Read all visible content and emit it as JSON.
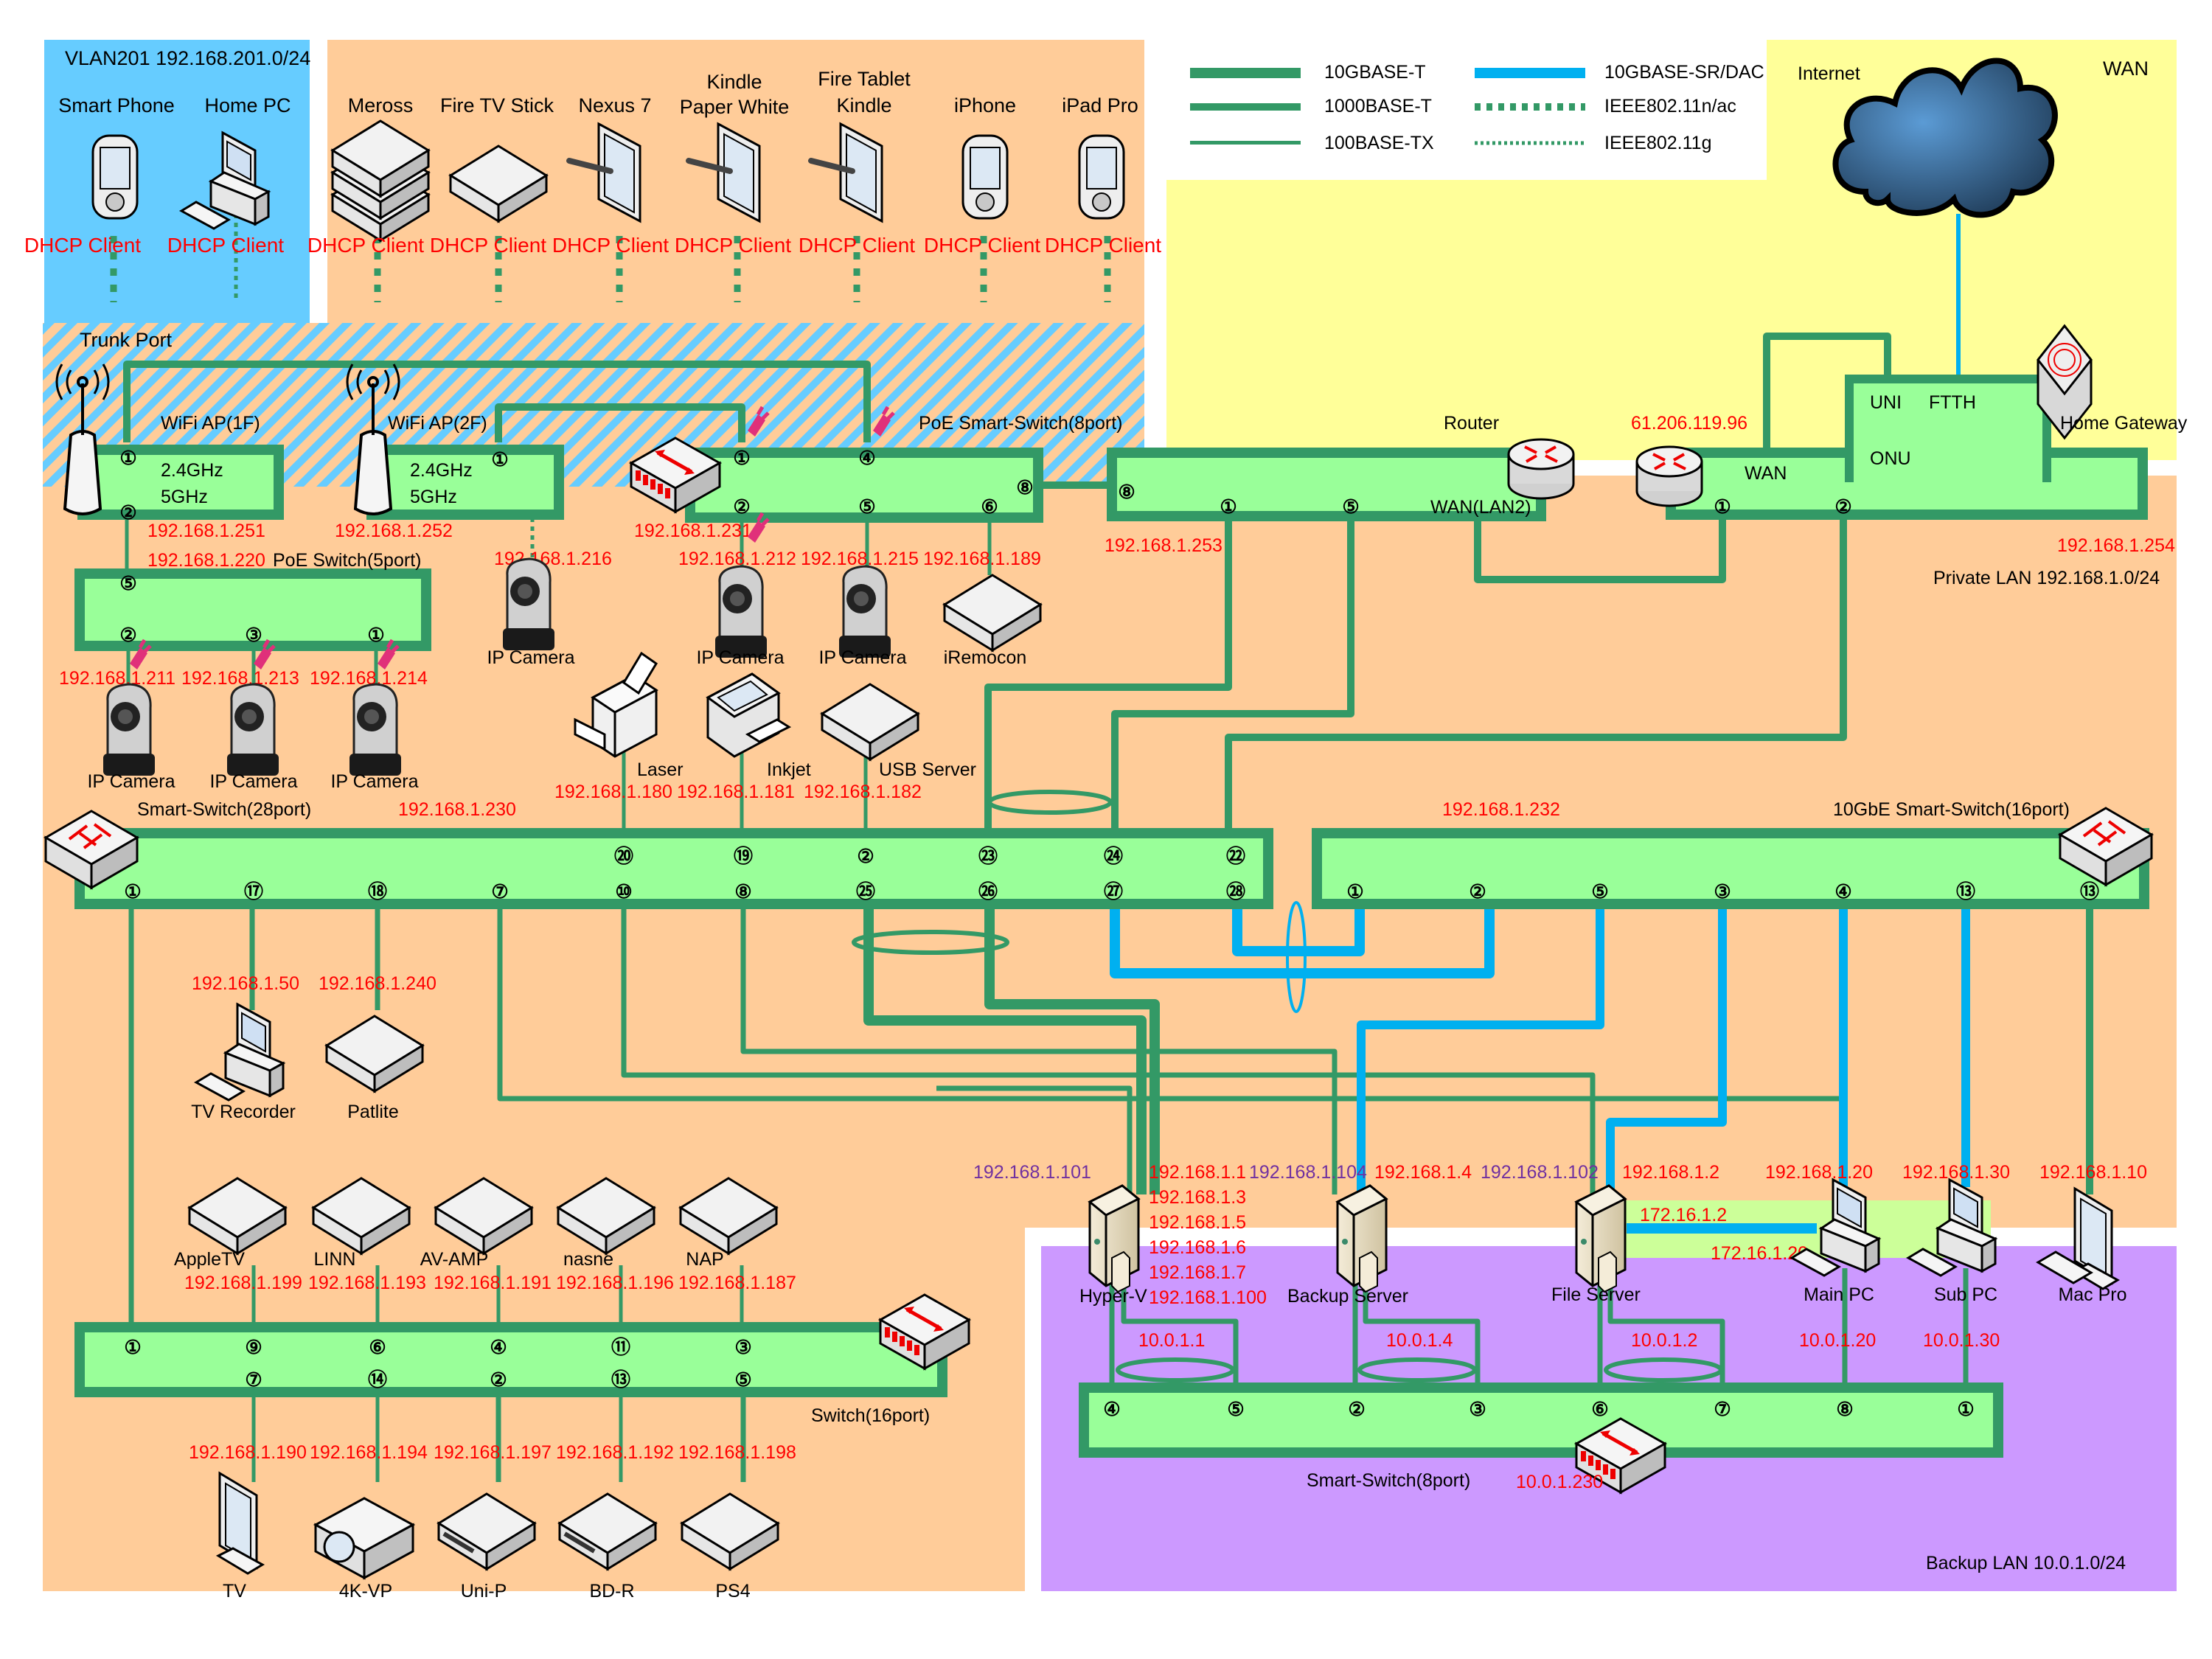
{
  "legend": {
    "items": [
      {
        "label": "10GBASE-T",
        "style": "solid-thick",
        "color": "#339966"
      },
      {
        "label": "1000BASE-T",
        "style": "solid-medium",
        "color": "#339966"
      },
      {
        "label": "100BASE-TX",
        "style": "solid-thin",
        "color": "#339966"
      },
      {
        "label": "10GBASE-SR/DAC",
        "style": "solid-thick",
        "color": "#00b0f0"
      },
      {
        "label": "IEEE802.11n/ac",
        "style": "dotted-thick",
        "color": "#339966"
      },
      {
        "label": "IEEE802.11g",
        "style": "dotted-thin",
        "color": "#339966"
      }
    ]
  },
  "zones": {
    "vlan201": "VLAN201 192.168.201.0/24",
    "trunk": "Trunk Port",
    "wan": "WAN",
    "private_lan": "Private LAN 192.168.1.0/24",
    "backup_lan": "Backup LAN 10.0.1.0/24"
  },
  "colors": {
    "vlan_blue": "#66ccff",
    "lan_orange": "#ffcc99",
    "wan_yellow": "#ffff99",
    "backup_purple": "#cc99ff",
    "switch_fill": "#99ff99",
    "cable_green": "#339966",
    "fiber_blue": "#00b0f0",
    "ip_red": "#ff0000",
    "ip_purple": "#7030a0"
  },
  "wireless_clients": [
    {
      "name": "Smart Phone",
      "ip": "DHCP Client",
      "icon": "smartphone-icon"
    },
    {
      "name": "Home PC",
      "ip": "DHCP Client",
      "icon": "desktop-pc-icon"
    },
    {
      "name": "Meross",
      "ip": "DHCP Client",
      "icon": "stacked-device-icon"
    },
    {
      "name": "Fire TV Stick",
      "ip": "DHCP Client",
      "icon": "device-box-icon"
    },
    {
      "name": "Nexus 7",
      "ip": "DHCP Client",
      "icon": "tablet-icon"
    },
    {
      "name": "Kindle",
      "name2": "Paper White",
      "ip": "DHCP Client",
      "icon": "tablet-icon"
    },
    {
      "name": "Fire Tablet",
      "name2": "Kindle",
      "ip": "DHCP Client",
      "icon": "tablet-icon"
    },
    {
      "name": "iPhone",
      "ip": "DHCP Client",
      "icon": "smartphone-icon"
    },
    {
      "name": "iPad Pro",
      "ip": "DHCP Client",
      "icon": "smartphone-icon"
    }
  ],
  "wan": {
    "internet": "Internet",
    "home_gateway": {
      "label": "Home Gateway",
      "uni": "UNI",
      "ftth": "FTTH",
      "onu": "ONU",
      "wan": "WAN",
      "ip": "192.168.1.254",
      "wan_ip": "61.206.119.96",
      "ports": [
        "①",
        "②"
      ]
    },
    "router": {
      "label": "Router",
      "ip": "192.168.1.253",
      "ports": [
        "⑧",
        "①",
        "⑤"
      ],
      "wan_port": "WAN(LAN2)"
    }
  },
  "wifi_aps": [
    {
      "label": "WiFi AP(1F)",
      "bands": [
        "2.4GHz",
        "5GHz"
      ],
      "ip": "192.168.1.251",
      "ports": [
        "①",
        "②"
      ]
    },
    {
      "label": "WiFi AP(2F)",
      "bands": [
        "2.4GHz",
        "5GHz"
      ],
      "ip": "192.168.1.252",
      "ports": [
        "①"
      ]
    }
  ],
  "poe_switch_5": {
    "label": "PoE Switch(5port)",
    "ip": "192.168.1.220",
    "ports_top": [
      "⑤"
    ],
    "ports_bottom": [
      "②",
      "③",
      "①"
    ],
    "cameras": [
      {
        "name": "IP Camera",
        "ip": "192.168.1.211"
      },
      {
        "name": "IP Camera",
        "ip": "192.168.1.213"
      },
      {
        "name": "IP Camera",
        "ip": "192.168.1.214"
      }
    ]
  },
  "poe_smart_switch_8": {
    "label": "PoE Smart-Switch(8port)",
    "ip": "192.168.1.231",
    "ports_top": [
      "①",
      "④"
    ],
    "ports_bottom": [
      "②",
      "⑤",
      "⑥"
    ],
    "port_right": "⑧",
    "devices": [
      {
        "name": "IP Camera",
        "ip": "192.168.1.212"
      },
      {
        "name": "IP Camera",
        "ip": "192.168.1.215"
      },
      {
        "name": "iRemocon",
        "ip": "192.168.1.189"
      }
    ]
  },
  "wifi_camera": {
    "name": "IP Camera",
    "ip": "192.168.1.216"
  },
  "smart_switch_28": {
    "label": "Smart-Switch(28port)",
    "ip": "192.168.1.230",
    "ports_top": [
      "⑳",
      "⑲",
      "②",
      "㉓",
      "㉔",
      "㉒"
    ],
    "ports_bottom": [
      "①",
      "⑰",
      "⑱",
      "⑦",
      "⑩",
      "⑧",
      "㉕",
      "㉖",
      "㉗",
      "㉘"
    ],
    "devices_top": [
      {
        "name": "Laser",
        "ip": "192.168.1.180",
        "icon": "laser-printer-icon"
      },
      {
        "name": "Inkjet",
        "ip": "192.168.1.181",
        "icon": "inkjet-printer-icon"
      },
      {
        "name": "USB Server",
        "ip": "192.168.1.182",
        "icon": "device-box-icon"
      }
    ],
    "devices_bottom": [
      {
        "name": "TV Recorder",
        "ip": "192.168.1.50",
        "icon": "desktop-pc-icon"
      },
      {
        "name": "Patlite",
        "ip": "192.168.1.240",
        "icon": "device-box-icon"
      }
    ]
  },
  "switch_10gbe_16": {
    "label": "10GbE Smart-Switch(16port)",
    "ip": "192.168.1.232",
    "ports_bottom": [
      "①",
      "②",
      "⑤",
      "③",
      "④",
      "⑬",
      "⑬"
    ]
  },
  "switch_16": {
    "label": "Switch(16port)",
    "ports_top": [
      "①",
      "⑨",
      "⑥",
      "④",
      "⑪",
      "③"
    ],
    "ports_bottom": [
      "⑦",
      "⑭",
      "②",
      "⑬",
      "⑤"
    ],
    "devices_top": [
      {
        "name": "AppleTV",
        "ip": "192.168.1.199"
      },
      {
        "name": "LINN",
        "ip": "192.168.1.193"
      },
      {
        "name": "AV-AMP",
        "ip": "192.168.1.191"
      },
      {
        "name": "nasne",
        "ip": "192.168.1.196"
      },
      {
        "name": "NAP",
        "ip": "192.168.1.187"
      }
    ],
    "devices_bottom": [
      {
        "name": "TV",
        "ip": "192.168.1.190",
        "icon": "monitor-icon"
      },
      {
        "name": "4K-VP",
        "ip": "192.168.1.194",
        "icon": "projector-icon"
      },
      {
        "name": "Uni-P",
        "ip": "192.168.1.197",
        "icon": "player-box-icon"
      },
      {
        "name": "BD-R",
        "ip": "192.168.1.192",
        "icon": "player-box-icon"
      },
      {
        "name": "PS4",
        "ip": "192.168.1.198",
        "icon": "device-box-icon"
      }
    ]
  },
  "servers": [
    {
      "name": "Hyper-V",
      "mgmt_ip": "192.168.1.101",
      "ips": [
        "192.168.1.1",
        "192.168.1.3",
        "192.168.1.5",
        "192.168.1.6",
        "192.168.1.7",
        "192.168.1.100"
      ],
      "backup_ip": "10.0.1.1"
    },
    {
      "name": "Backup Server",
      "mgmt_ip": "192.168.1.104",
      "ips": [
        "192.168.1.4"
      ],
      "backup_ip": "10.0.1.4"
    },
    {
      "name": "File Server",
      "mgmt_ip": "192.168.1.102",
      "ips": [
        "192.168.1.2"
      ],
      "backup_ip": "10.0.1.2",
      "direct_ip": "172.16.1.2"
    }
  ],
  "pcs": [
    {
      "name": "Main PC",
      "ip": "192.168.1.20",
      "backup_ip": "10.0.1.20",
      "direct_ip": "172.16.1.20"
    },
    {
      "name": "Sub PC",
      "ip": "192.168.1.30",
      "backup_ip": "10.0.1.30"
    },
    {
      "name": "Mac Pro",
      "ip": "192.168.1.10"
    }
  ],
  "smart_switch_8_backup": {
    "label": "Smart-Switch(8port)",
    "ip": "10.0.1.230",
    "ports": [
      "④",
      "⑤",
      "②",
      "③",
      "⑥",
      "⑦",
      "⑧",
      "①"
    ]
  }
}
